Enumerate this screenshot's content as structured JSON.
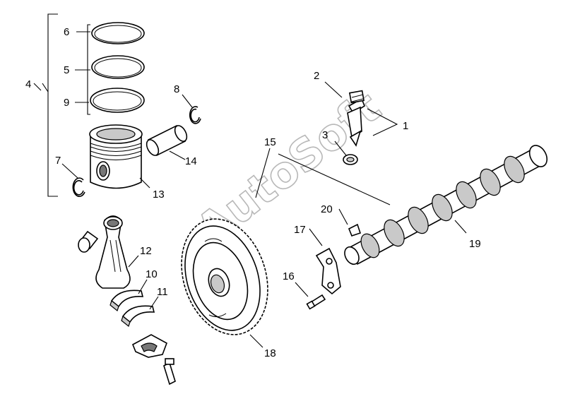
{
  "callouts": {
    "c1": "1",
    "c2": "2",
    "c3": "3",
    "c4": "4",
    "c5": "5",
    "c6": "6",
    "c7": "7",
    "c8": "8",
    "c9": "9",
    "c10": "10",
    "c11": "11",
    "c12": "12",
    "c13": "13",
    "c14": "14",
    "c15": "15",
    "c16": "16",
    "c17": "17",
    "c18": "18",
    "c19": "19",
    "c20": "20"
  },
  "watermark": "AutoSoft",
  "colors": {
    "line": "#000000",
    "background": "#ffffff",
    "watermark": "#b8b8b8"
  }
}
